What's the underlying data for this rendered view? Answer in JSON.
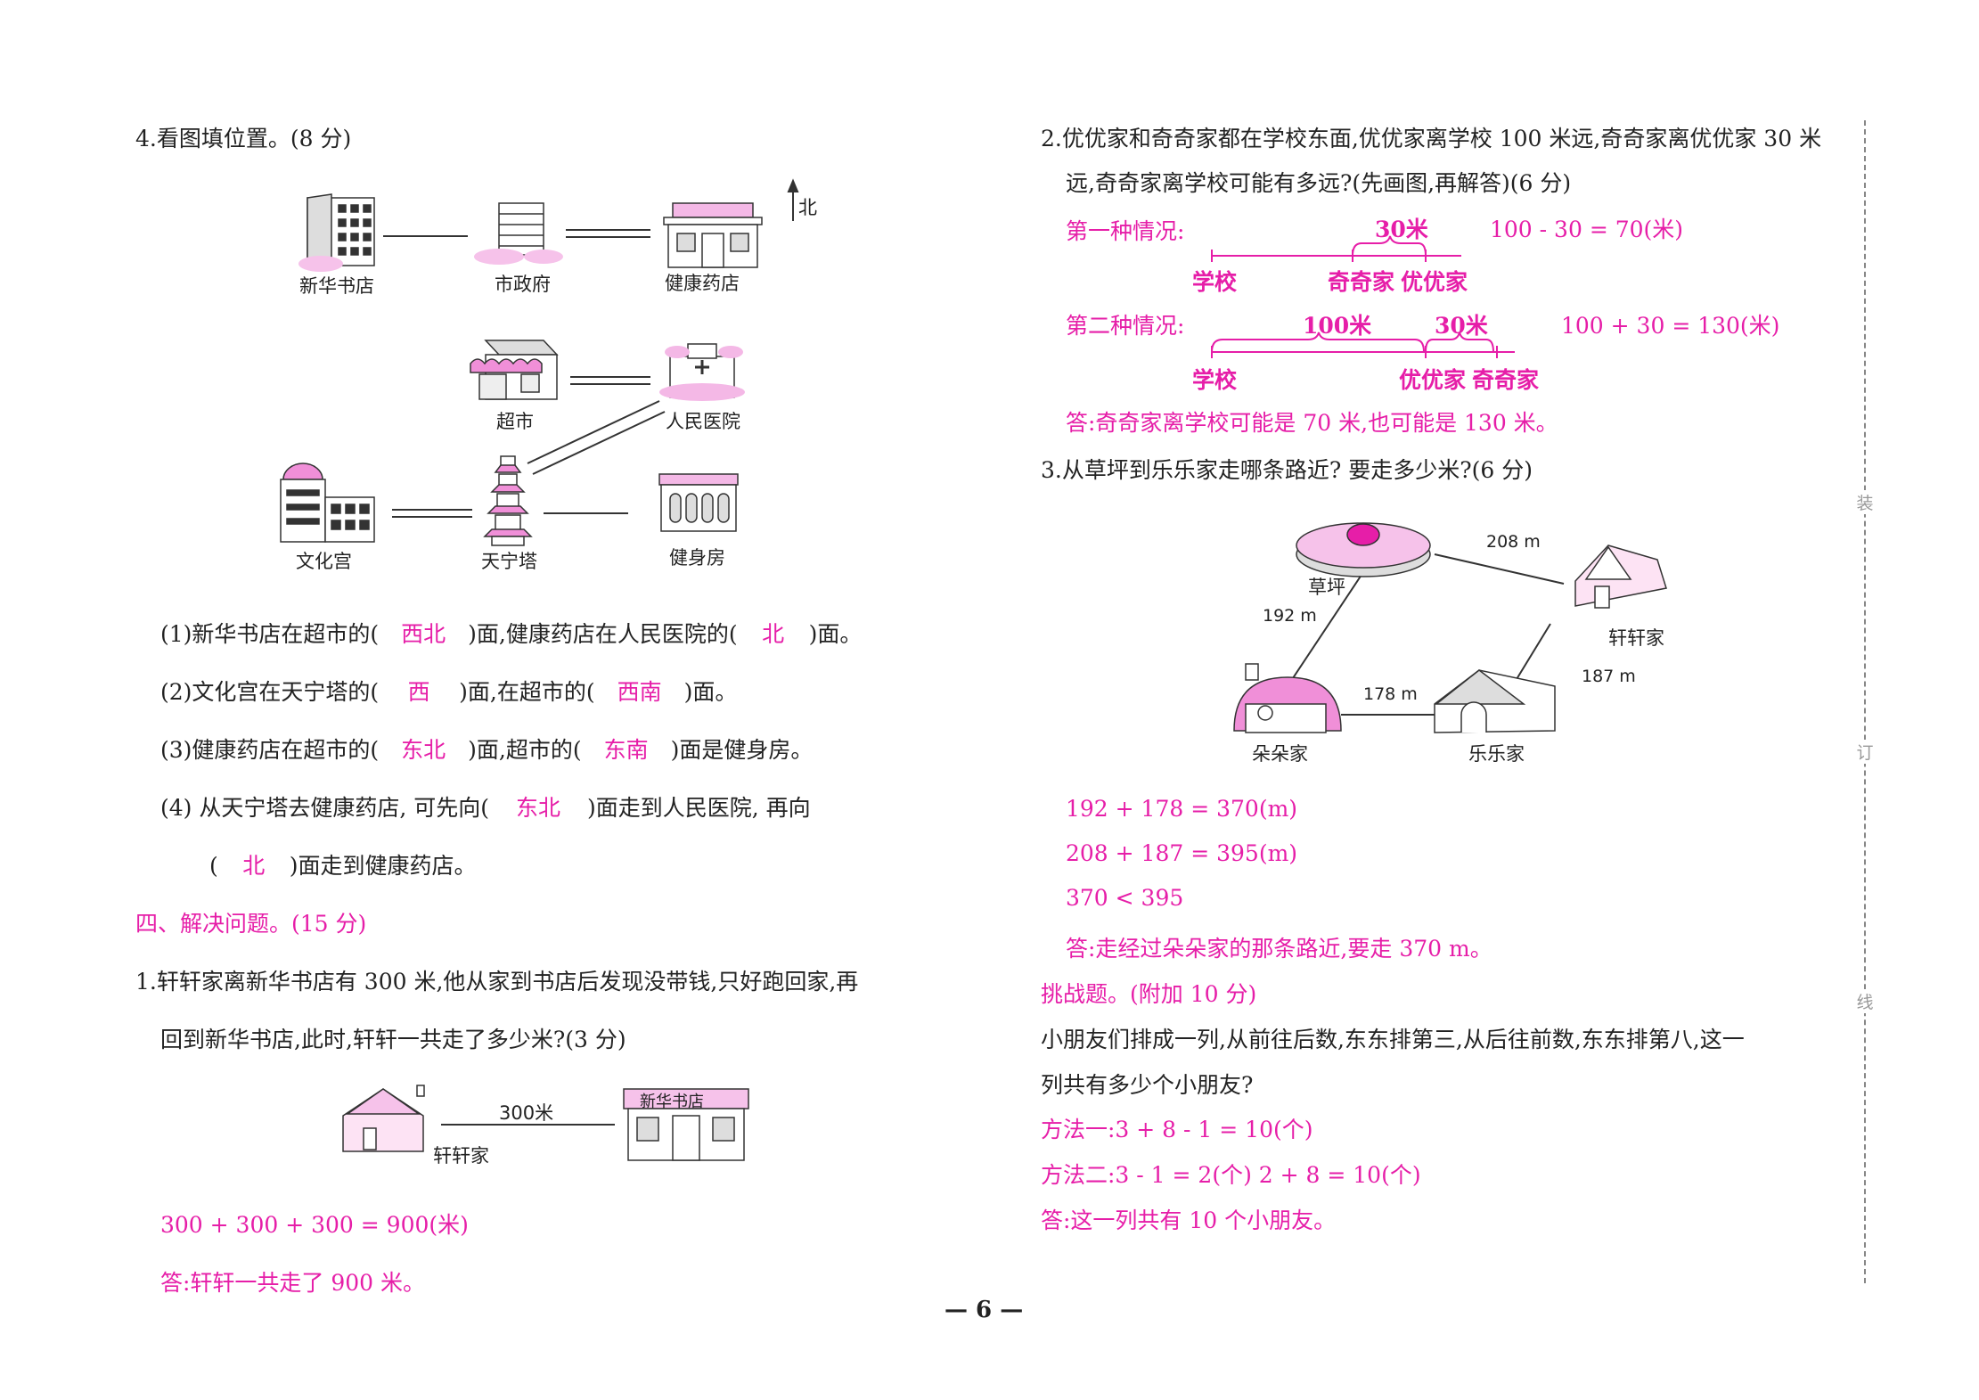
{
  "left": {
    "q4_title": "4.看图填位置。(8 分)",
    "map": {
      "north": "北",
      "labels": [
        "新华书店",
        "市政府",
        "健康药店",
        "超市",
        "人民医院",
        "文化宫",
        "天宁塔",
        "健身房"
      ]
    },
    "q4_lines": [
      {
        "pre": "(1)新华书店在超市的(",
        "a1": "西北",
        "mid": ")面,健康药店在人民医院的(",
        "a2": "北",
        "post": ")面。"
      },
      {
        "pre": "(2)文化宫在天宁塔的(",
        "a1": "西",
        "mid": ")面,在超市的(",
        "a2": "西南",
        "post": ")面。"
      },
      {
        "pre": "(3)健康药店在超市的(",
        "a1": "东北",
        "mid": ")面,超市的(",
        "a2": "东南",
        "post": ")面是健身房。"
      },
      {
        "pre": "(4) 从天宁塔去健康药店, 可先向(",
        "a1": "东北",
        "mid": ")面走到人民医院, 再向",
        "a2": "",
        "post": ""
      }
    ],
    "q4_line5": {
      "pre": "(",
      "a1": "北",
      "post": ")面走到健康药店。"
    },
    "section4": "四、解决问题。(15 分)",
    "q1_line1": "1.轩轩家离新华书店有 300 米,他从家到书店后发现没带钱,只好跑回家,再",
    "q1_line2": "回到新华书店,此时,轩轩一共走了多少米?(3 分)",
    "q1_fig": {
      "distance": "300米",
      "home": "轩轩家",
      "store_sign": "新华书店"
    },
    "q1_calc": "300 + 300 + 300 = 900(米)",
    "q1_answer": "答:轩轩一共走了 900 米。"
  },
  "right": {
    "q2_line1": "2.优优家和奇奇家都在学校东面,优优家离学校 100 米远,奇奇家离优优家 30 米",
    "q2_line2": "远,奇奇家离学校可能有多远?(先画图,再解答)(6 分)",
    "case1": {
      "label": "第一种情况:",
      "dist": "30米",
      "calc": "100 - 30 = 70(米)",
      "p1": "学校",
      "p2": "奇奇家",
      "p3": "优优家"
    },
    "case2": {
      "label": "第二种情况:",
      "dist1": "100米",
      "dist2": "30米",
      "calc": "100 + 30 = 130(米)",
      "p1": "学校",
      "p2": "优优家",
      "p3": "奇奇家"
    },
    "q2_answer": "答:奇奇家离学校可能是 70 米,也可能是 130 米。",
    "q3_title": "3.从草坪到乐乐家走哪条路近? 要走多少米?(6 分)",
    "q3_fig": {
      "lawn": "草坪",
      "xuan": "轩轩家",
      "duo": "朵朵家",
      "le": "乐乐家",
      "d1": "208 m",
      "d2": "192 m",
      "d3": "178 m",
      "d4": "187 m"
    },
    "q3_calc": [
      "192 + 178 = 370(m)",
      "208 + 187 = 395(m)",
      "370 < 395"
    ],
    "q3_answer": "答:走经过朵朵家的那条路近,要走 370 m。",
    "challenge_title": "挑战题。(附加 10 分)",
    "challenge_line1": "小朋友们排成一列,从前往后数,东东排第三,从后往前数,东东排第八,这一",
    "challenge_line2": "列共有多少个小朋友?",
    "method1": "方法一:3 + 8 - 1 = 10(个)",
    "method2": "方法二:3 - 1 = 2(个)   2 + 8 = 10(个)",
    "challenge_answer": "答:这一列共有 10 个小朋友。"
  },
  "side_marks": [
    "装",
    "订",
    "线"
  ],
  "page_number": "— 6 —"
}
